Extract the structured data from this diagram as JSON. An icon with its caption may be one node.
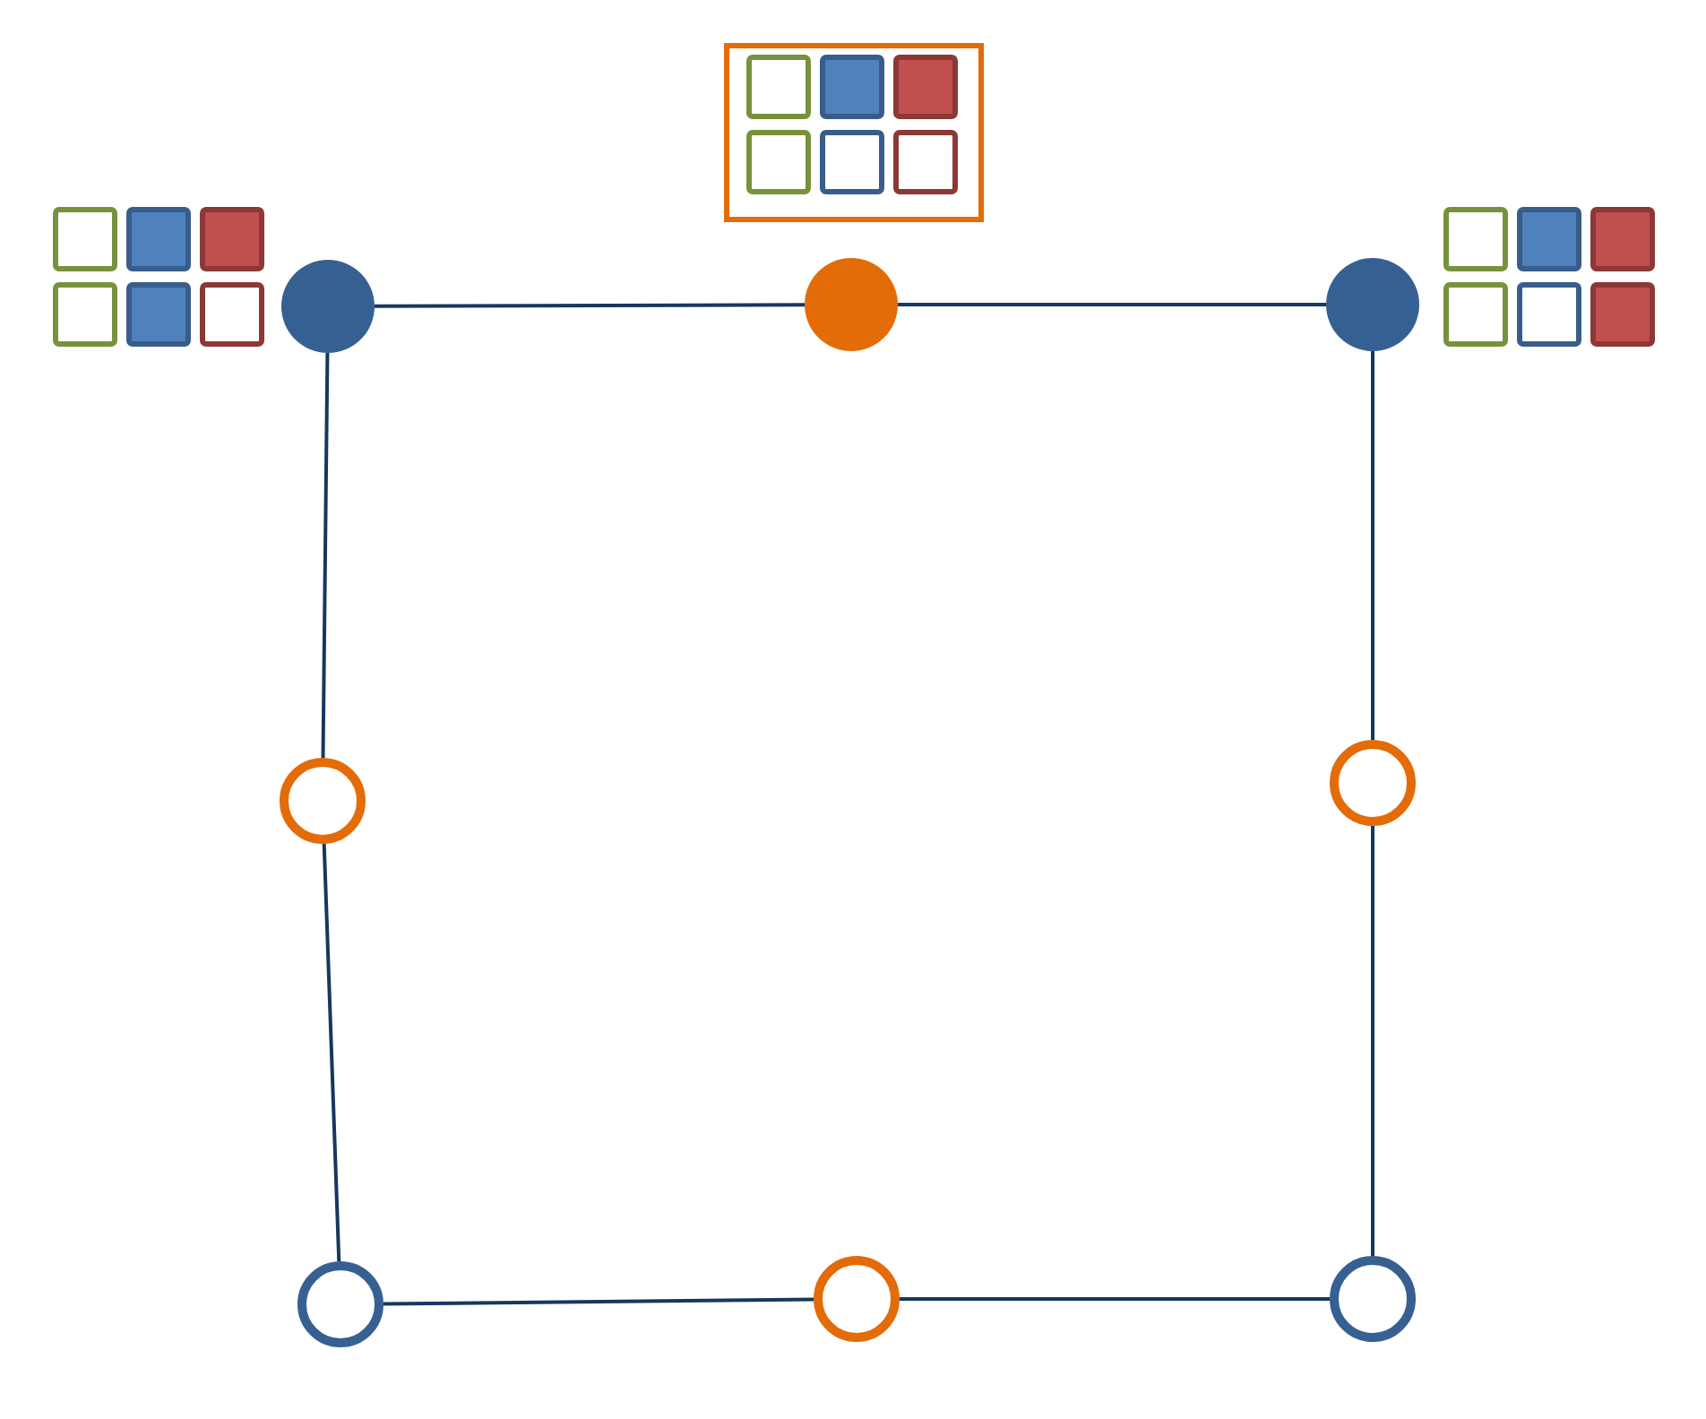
{
  "diagram": {
    "nodes": [
      {
        "text": [],
        "shape": "circle"
      },
      {
        "text": [],
        "shape": "circle"
      },
      {
        "text": [],
        "shape": "circle"
      },
      {
        "text": [],
        "shape": "circle"
      },
      {
        "text": [],
        "shape": "circle"
      },
      {
        "text": [],
        "shape": "circle"
      },
      {
        "text": [],
        "shape": "circle"
      },
      {
        "text": [],
        "shape": "circle"
      }
    ],
    "edges": [
      {
        "from": 0,
        "to": 1,
        "arrow": "none"
      },
      {
        "from": 1,
        "to": 2,
        "arrow": "none"
      },
      {
        "from": 0,
        "to": 3,
        "arrow": "none"
      },
      {
        "from": 3,
        "to": 5,
        "arrow": "none"
      },
      {
        "from": 5,
        "to": 6,
        "arrow": "none"
      },
      {
        "from": 6,
        "to": 7,
        "arrow": "none"
      },
      {
        "from": 2,
        "to": 4,
        "arrow": "none"
      },
      {
        "from": 4,
        "to": 7,
        "arrow": "none"
      }
    ]
  }
}
